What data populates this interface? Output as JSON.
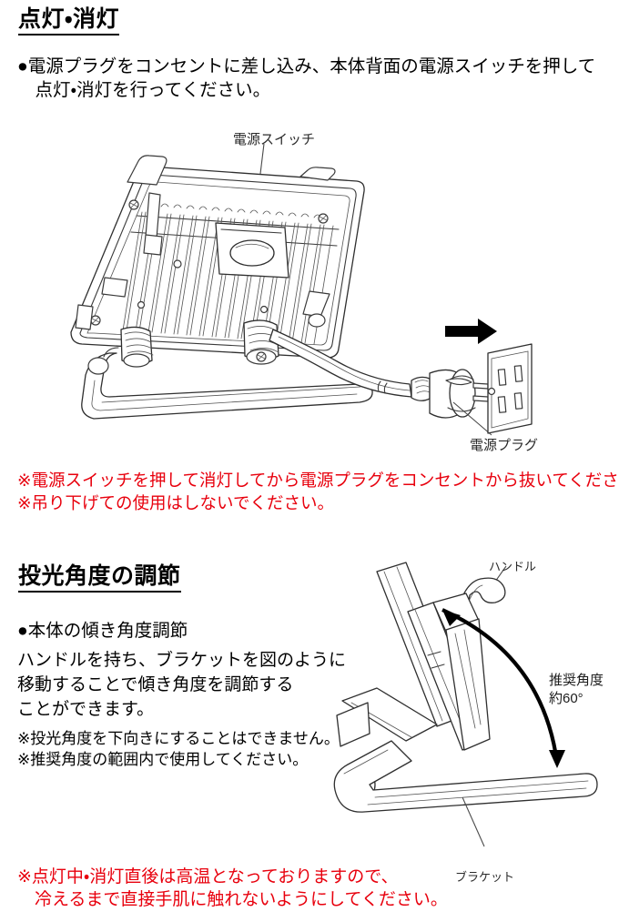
{
  "document": {
    "language": "ja",
    "page_background": "#ffffff",
    "warning_color": "#e8000d",
    "text_color": "#000000"
  },
  "sections": [
    {
      "id": "lighting",
      "heading": "点灯・消灯",
      "intro": "●電源プラグをコンセントに差し込み、本体背面の電源スイッチを押して\n　点灯・消灯を行ってください。",
      "figure": {
        "name": "floodlight-rear-view-with-plug-and-outlet",
        "callouts": [
          {
            "id": "power-switch",
            "text": "電源スイッチ"
          },
          {
            "id": "power-plug",
            "text": "電源プラグ"
          }
        ],
        "arrow": "insertion-direction-arrow"
      },
      "warnings": "※電源スイッチを押して消灯してから電源プラグをコンセントから抜いてください。\n※吊り下げての使用はしないでください。"
    },
    {
      "id": "angle",
      "heading": "投光角度の調節",
      "bullet": "●本体の傾き角度調節",
      "description": "ハンドルを持ち、ブラケットを図のように\n移動することで傾き角度を調節する\nことができます。",
      "notes": "※投光角度を下向きにすることはできません。\n※推奨角度の範囲内で使用してください。",
      "figure": {
        "name": "floodlight-side-view-tilt-adjustment",
        "callouts": [
          {
            "id": "handle",
            "text": "ハンドル"
          },
          {
            "id": "bracket",
            "text": "ブラケット"
          }
        ],
        "angle_annotation": "推奨角度\n約60°",
        "angle_value": "約60°"
      },
      "warnings": "※点灯中・消灯直後は高温となっておりますので、\n　冷えるまで直接手肌に触れないようにしてください。"
    }
  ]
}
